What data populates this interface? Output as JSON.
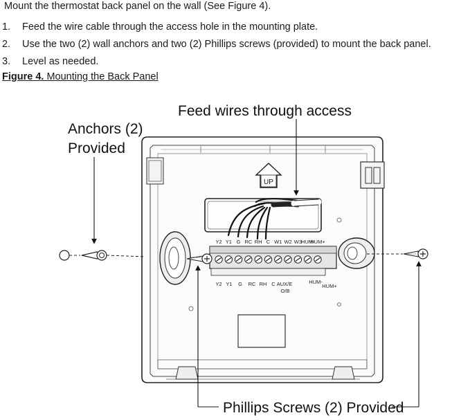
{
  "intro_line": "Mount the thermostat back panel on the wall (See Figure 4).",
  "steps": [
    {
      "num": "1.",
      "text": "Feed the wire cable through the access hole in the mounting plate."
    },
    {
      "num": "2.",
      "text": "Use the two (2) wall anchors and two (2) Phillips screws (provided) to mount the back panel."
    },
    {
      "num": "3.",
      "text": "Level as needed."
    }
  ],
  "figure": {
    "number": "Figure 4.",
    "title": "Mounting the Back Panel"
  },
  "callouts": {
    "feed_wires": "Feed wires through access",
    "anchors_line1": "Anchors (2)",
    "anchors_line2": "Provided",
    "screws": "Phillips Screws (2) Provided"
  },
  "panel": {
    "up_label": "UP",
    "top_terminals": [
      "Y2",
      "Y1",
      "G",
      "RC",
      "RH",
      "C",
      "W1",
      "W2",
      "W3",
      "HUM-",
      "HUM+"
    ],
    "bottom_terminals": [
      "Y2",
      "Y1",
      "G",
      "RC",
      "RH",
      "C",
      "AUX/E",
      "O/B",
      "HUM-",
      "HUM+"
    ]
  }
}
